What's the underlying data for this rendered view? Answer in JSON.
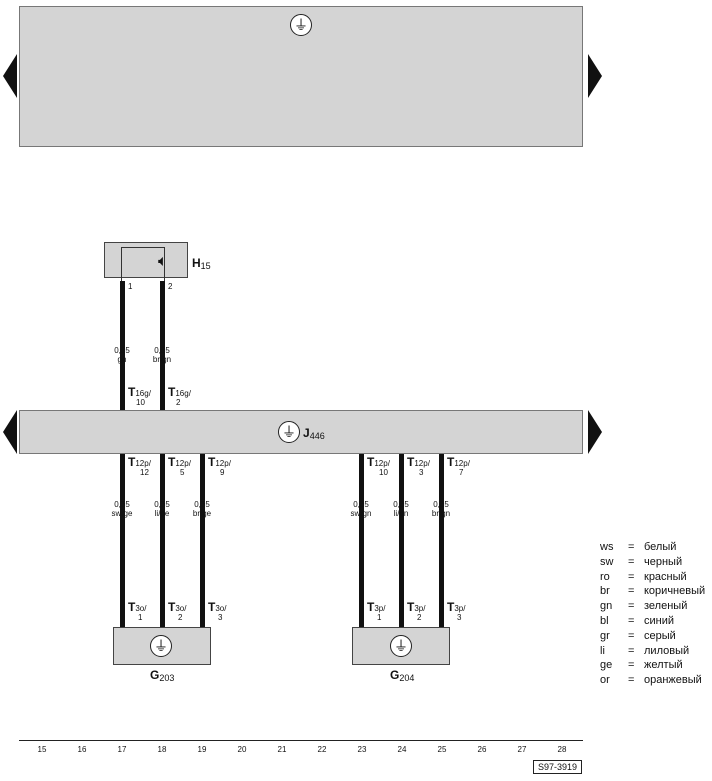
{
  "top_bar": {
    "ground_symbol": "ground-symbol-icon"
  },
  "components": {
    "h15": {
      "name": "H",
      "sub": "15"
    },
    "j446": {
      "name": "J",
      "sub": "446"
    },
    "g203": {
      "name": "G",
      "sub": "203"
    },
    "g204": {
      "name": "G",
      "sub": "204"
    }
  },
  "h15_pins": [
    "1",
    "2"
  ],
  "h15_wires": [
    {
      "gauge": "0,35",
      "color": "gn",
      "conn": "T",
      "conn_sub": "16g/",
      "pin": "10"
    },
    {
      "gauge": "0,35",
      "color": "br/gn",
      "conn": "T",
      "conn_sub": "16g/",
      "pin": "2"
    }
  ],
  "j446_wires": [
    {
      "top_conn": "T",
      "top_sub": "12p/",
      "top_pin": "12",
      "gauge": "0,35",
      "color": "sw/ge",
      "bot_conn": "T",
      "bot_sub": "3o/",
      "bot_pin": "1"
    },
    {
      "top_conn": "T",
      "top_sub": "12p/",
      "top_pin": "5",
      "gauge": "0,35",
      "color": "li/ge",
      "bot_conn": "T",
      "bot_sub": "3o/",
      "bot_pin": "2"
    },
    {
      "top_conn": "T",
      "top_sub": "12p/",
      "top_pin": "9",
      "gauge": "0,35",
      "color": "br/ge",
      "bot_conn": "T",
      "bot_sub": "3o/",
      "bot_pin": "3"
    },
    {
      "top_conn": "T",
      "top_sub": "12p/",
      "top_pin": "10",
      "gauge": "0,35",
      "color": "sw/gn",
      "bot_conn": "T",
      "bot_sub": "3p/",
      "bot_pin": "1"
    },
    {
      "top_conn": "T",
      "top_sub": "12p/",
      "top_pin": "3",
      "gauge": "0,35",
      "color": "li/gn",
      "bot_conn": "T",
      "bot_sub": "3p/",
      "bot_pin": "2"
    },
    {
      "top_conn": "T",
      "top_sub": "12p/",
      "top_pin": "7",
      "gauge": "0,35",
      "color": "br/gn",
      "bot_conn": "T",
      "bot_sub": "3p/",
      "bot_pin": "3"
    }
  ],
  "legend": [
    {
      "code": "ws",
      "eq": "=",
      "name": "белый"
    },
    {
      "code": "sw",
      "eq": "=",
      "name": "черный"
    },
    {
      "code": "ro",
      "eq": "=",
      "name": "красный"
    },
    {
      "code": "br",
      "eq": "=",
      "name": "коричневый"
    },
    {
      "code": "gn",
      "eq": "=",
      "name": "зеленый"
    },
    {
      "code": "bl",
      "eq": "=",
      "name": "синий"
    },
    {
      "code": "gr",
      "eq": "=",
      "name": "серый"
    },
    {
      "code": "li",
      "eq": "=",
      "name": "лиловый"
    },
    {
      "code": "ge",
      "eq": "=",
      "name": "желтый"
    },
    {
      "code": "or",
      "eq": "=",
      "name": "оранжевый"
    }
  ],
  "tracks": [
    "15",
    "16",
    "17",
    "18",
    "19",
    "20",
    "21",
    "22",
    "23",
    "24",
    "25",
    "26",
    "27",
    "28"
  ],
  "drawing_number": "S97-3919",
  "colors": {
    "panel_gray": "#d4d4d4",
    "wire": "#111111"
  }
}
